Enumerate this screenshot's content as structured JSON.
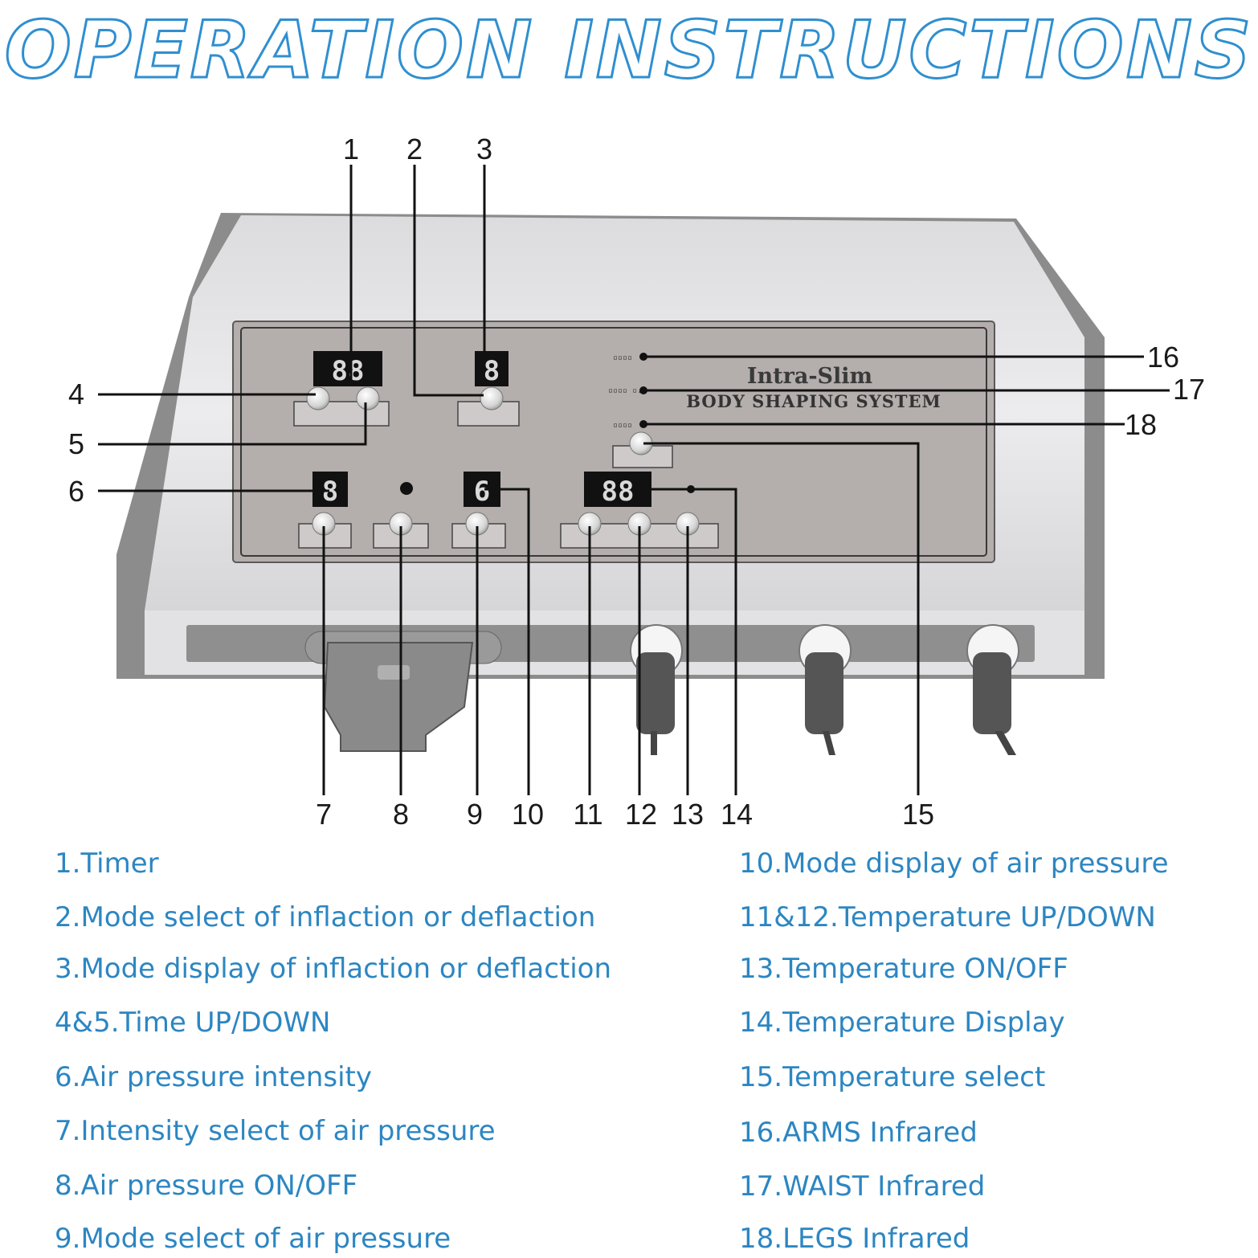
{
  "title": "OPERATION INSTRUCTIONS",
  "device": {
    "brand": "Intra-Slim",
    "subtitle": "BODY SHAPING SYSTEM"
  },
  "callouts": [
    "1",
    "2",
    "3",
    "4",
    "5",
    "6",
    "7",
    "8",
    "9",
    "10",
    "11",
    "12",
    "13",
    "14",
    "15",
    "16",
    "17",
    "18"
  ],
  "legend": {
    "left": [
      "1.Timer",
      "2.Mode select of inflaction or deflaction",
      "3.Mode display of inflaction or deflaction",
      "4&5.Time UP/DOWN",
      "6.Air pressure intensity",
      "7.Intensity select of air pressure",
      "8.Air pressure ON/OFF",
      "9.Mode select of air pressure"
    ],
    "right": [
      "10.Mode display of air pressure",
      "11&12.Temperature UP/DOWN",
      "13.Temperature ON/OFF",
      "14.Temperature Display",
      "15.Temperature select",
      "16.ARMS Infrared",
      "17.WAIST Infrared",
      "18.LEGS Infrared"
    ]
  },
  "colors": {
    "title_stroke": "#2f8fd0",
    "legend_text": "#2c86c2",
    "panel": "#b4aeac",
    "body": "#e8e8ea"
  }
}
